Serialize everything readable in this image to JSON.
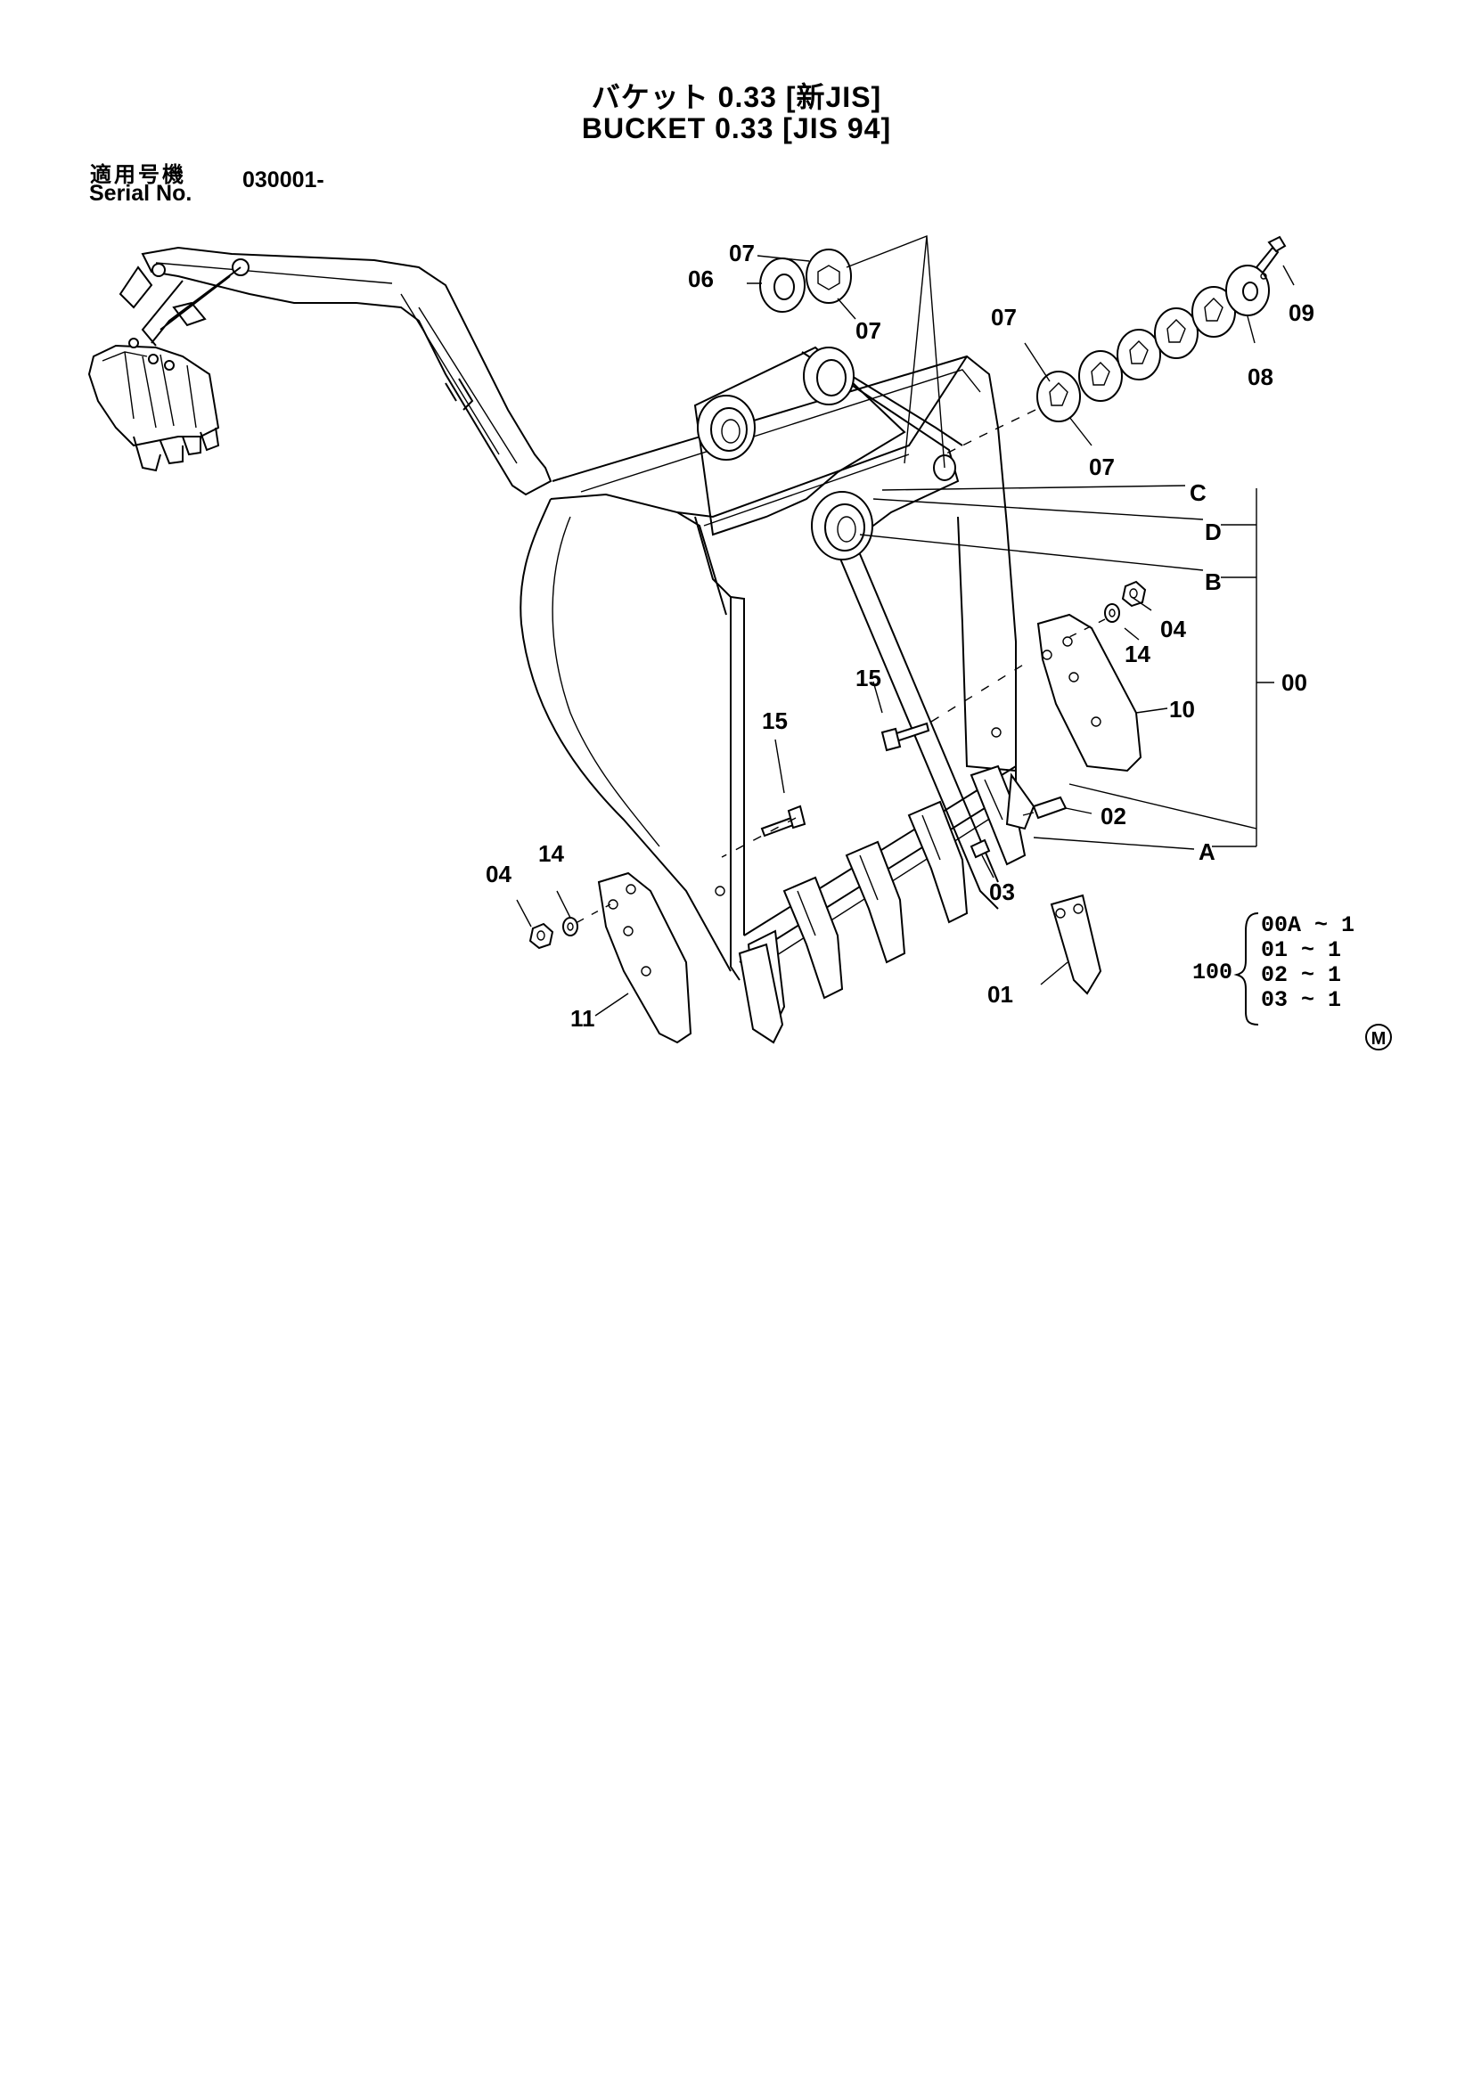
{
  "header": {
    "title_jp": "バケット 0.33 [新JIS]",
    "title_en": "BUCKET 0.33 [JIS 94]",
    "serial_label_jp": "適用号機",
    "serial_label_en": "Serial No.",
    "serial_value": "030001-"
  },
  "callouts": {
    "p00": "00",
    "p01": "01",
    "p02": "02",
    "p03": "03",
    "p04a": "04",
    "p04b": "04",
    "p06": "06",
    "p07a": "07",
    "p07b": "07",
    "p07c": "07",
    "p07d": "07",
    "p08": "08",
    "p09": "09",
    "p10": "10",
    "p11": "11",
    "p14a": "14",
    "p14b": "14",
    "p15a": "15",
    "p15b": "15",
    "A": "A",
    "B": "B",
    "C": "C",
    "D": "D"
  },
  "kit": {
    "label": "100",
    "items": [
      "00A ~ 1",
      "01  ~ 1",
      "02  ~ 1",
      "03  ~ 1"
    ]
  },
  "mark": "M"
}
